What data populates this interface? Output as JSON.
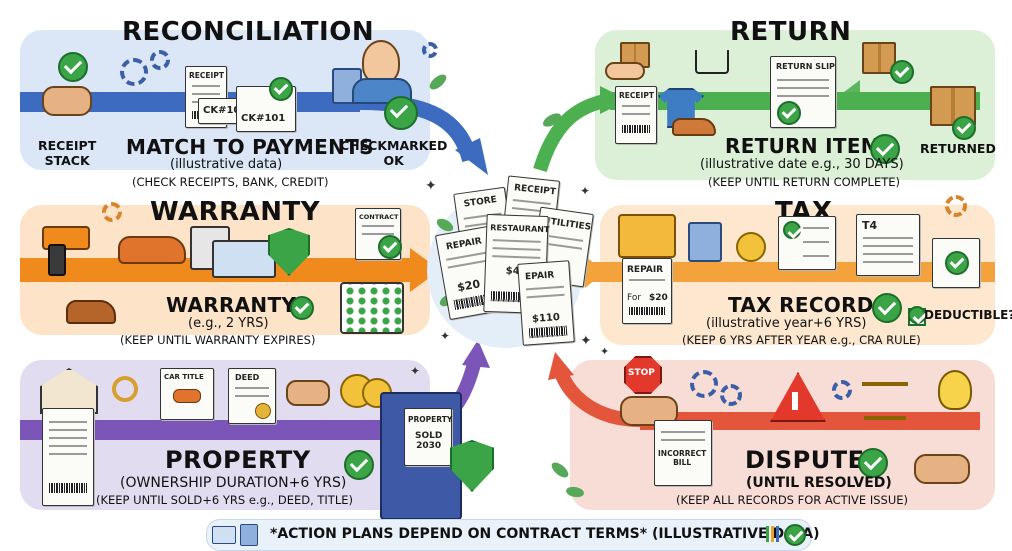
{
  "sections": {
    "reconciliation": {
      "title": "RECONCILIATION",
      "subtitle": "MATCH TO PAYMENTS",
      "note1": "(illustrative data)",
      "note2": "(CHECK RECEIPTS, BANK, CREDIT)",
      "label_stack": "RECEIPT\nSTACK",
      "label_checkmarked": "CHECKMARKED\nOK",
      "doc_receipt": "RECEIPT",
      "doc_ck1": "CK#101",
      "doc_ck2": "CK#101"
    },
    "return": {
      "title": "RETURN",
      "subtitle": "RETURN ITEMS",
      "note1": "(illustrative date e.g., 30 DAYS)",
      "note2": "(KEEP UNTIL RETURN COMPLETE)",
      "label_returned": "RETURNED",
      "doc_receipt": "RECEIPT",
      "doc_slip": "RETURN SLIP"
    },
    "warranty": {
      "title": "WARRANTY",
      "subtitle": "WARRANTY",
      "note1": "(e.g., 2 YRS)",
      "note2": "(KEEP UNTIL WARRANTY EXPIRES)",
      "doc_contract": "CONTRACT"
    },
    "tax": {
      "title": "TAX",
      "subtitle": "TAX RECORDS",
      "note1": "(illustrative year+6 YRS)",
      "note2": "(KEEP 6 YRS AFTER YEAR e.g., CRA RULE)",
      "label_deductible": "DEDUCTIBLE?",
      "doc_t4": "T4",
      "doc_repair": "REPAIR",
      "doc_for": "For",
      "doc_amount": "$20"
    },
    "property": {
      "title": "PROPERTY",
      "note1": "(OWNERSHIP DURATION+6 YRS)",
      "note2": "(KEEP UNTIL SOLD+6 YRS e.g., DEED, TITLE)",
      "doc_car_title": "CAR TITLE",
      "doc_deed": "DEED",
      "binder_label": "PROPERTY",
      "binder_sold": "SOLD\n2030"
    },
    "dispute": {
      "title": "DISPUTE",
      "note1": "(UNTIL RESOLVED)",
      "note2": "(KEEP ALL RECORDS FOR ACTIVE ISSUE)",
      "stop": "STOP",
      "doc_incorrect": "INCORRECT\nBILL"
    }
  },
  "center_receipts": {
    "store": "STORE",
    "receipt": "RECEIPT",
    "repair": "REPAIR",
    "restaurant": "RESTAURANT",
    "utilities": "UTILITIES",
    "repair2": "EPAIR",
    "amt20": "$20",
    "amt45": "$45",
    "amt110": "$110"
  },
  "footer": {
    "text": "*ACTION PLANS DEPEND ON CONTRACT TERMS* (ILLUSTRATIVE DATA)"
  },
  "colors": {
    "blue_band": "#dbe6f6",
    "green_band": "#dcefd7",
    "orange_band": "#fde4c9",
    "purple_band": "#e2dcf0",
    "red_band": "#f8dcd6",
    "blue_arrow": "#3c6bc0",
    "green_arrow": "#4caf50",
    "orange_arrow": "#f08a1c",
    "purple_arrow": "#7b55b8",
    "red_arrow": "#e3563c"
  }
}
